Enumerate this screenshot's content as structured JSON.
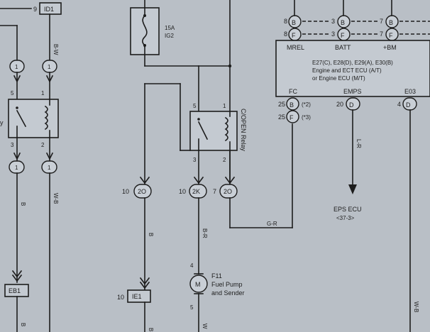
{
  "fuse": {
    "rating": "15A",
    "name": "IG2"
  },
  "relay": {
    "name": "C/OPEN Relay",
    "pin_top_left": "5",
    "pin_top_right": "1",
    "pin_bottom_left": "3",
    "pin_bottom_right": "2"
  },
  "left_relay": {
    "label_fragment": "y",
    "pin_top_left": "5",
    "pin_top_right": "1",
    "pin_bottom_left": "3",
    "pin_bottom_right": "2"
  },
  "connectors": {
    "id1": {
      "pin": "9",
      "label": "ID1"
    },
    "left_1a": "1",
    "left_1b": "1",
    "left_1c": "1",
    "left_1d": "1",
    "c2o_left": {
      "pin": "10",
      "label": "2O"
    },
    "c2k": {
      "pin": "10",
      "label": "2K"
    },
    "c2o_right": {
      "pin": "7",
      "label": "2O"
    },
    "eb1": "EB1",
    "ie1": {
      "pin": "10",
      "label": "IE1"
    }
  },
  "ecu": {
    "title_line1": "E27(C), E28(D), E29(A), E30(B)",
    "title_line2": "Engine and ECT ECU (A/T)",
    "title_line3": "or Engine ECU (M/T)",
    "terminals_top": [
      "MREL",
      "BATT",
      "+BM"
    ],
    "terminals_bottom": [
      "FC",
      "EMPS",
      "E03"
    ],
    "top_pins": [
      {
        "pin": "8",
        "letter": "B"
      },
      {
        "pin": "3",
        "letter": "B"
      },
      {
        "pin": "7",
        "letter": "B"
      },
      {
        "pin": "8",
        "letter": "F"
      },
      {
        "pin": "3",
        "letter": "F"
      },
      {
        "pin": "7",
        "letter": "F"
      }
    ],
    "fc_pins": [
      {
        "pin": "25",
        "letter": "B",
        "note": "(*2)"
      },
      {
        "pin": "25",
        "letter": "F",
        "note": "(*3)"
      }
    ],
    "emps_pin": {
      "pin": "20",
      "letter": "D"
    },
    "e03_pin": {
      "pin": "4",
      "letter": "D"
    }
  },
  "eps": {
    "name": "EPS ECU",
    "ref": "<37-3>"
  },
  "fuel_pump": {
    "id": "F11",
    "line1": "Fuel Pump",
    "line2": "and Sender",
    "symbol": "M",
    "pin_top": "4",
    "pin_bottom": "5"
  },
  "wires": {
    "bw": "B-W",
    "b_left": "B",
    "wb_left": "W-B",
    "b_left_bottom": "B",
    "b_mid": "B",
    "br": "B-R",
    "gr": "G-R",
    "lr": "L-R",
    "wb_right": "W-B",
    "w_bottom": "W",
    "b_ie1": "B"
  }
}
